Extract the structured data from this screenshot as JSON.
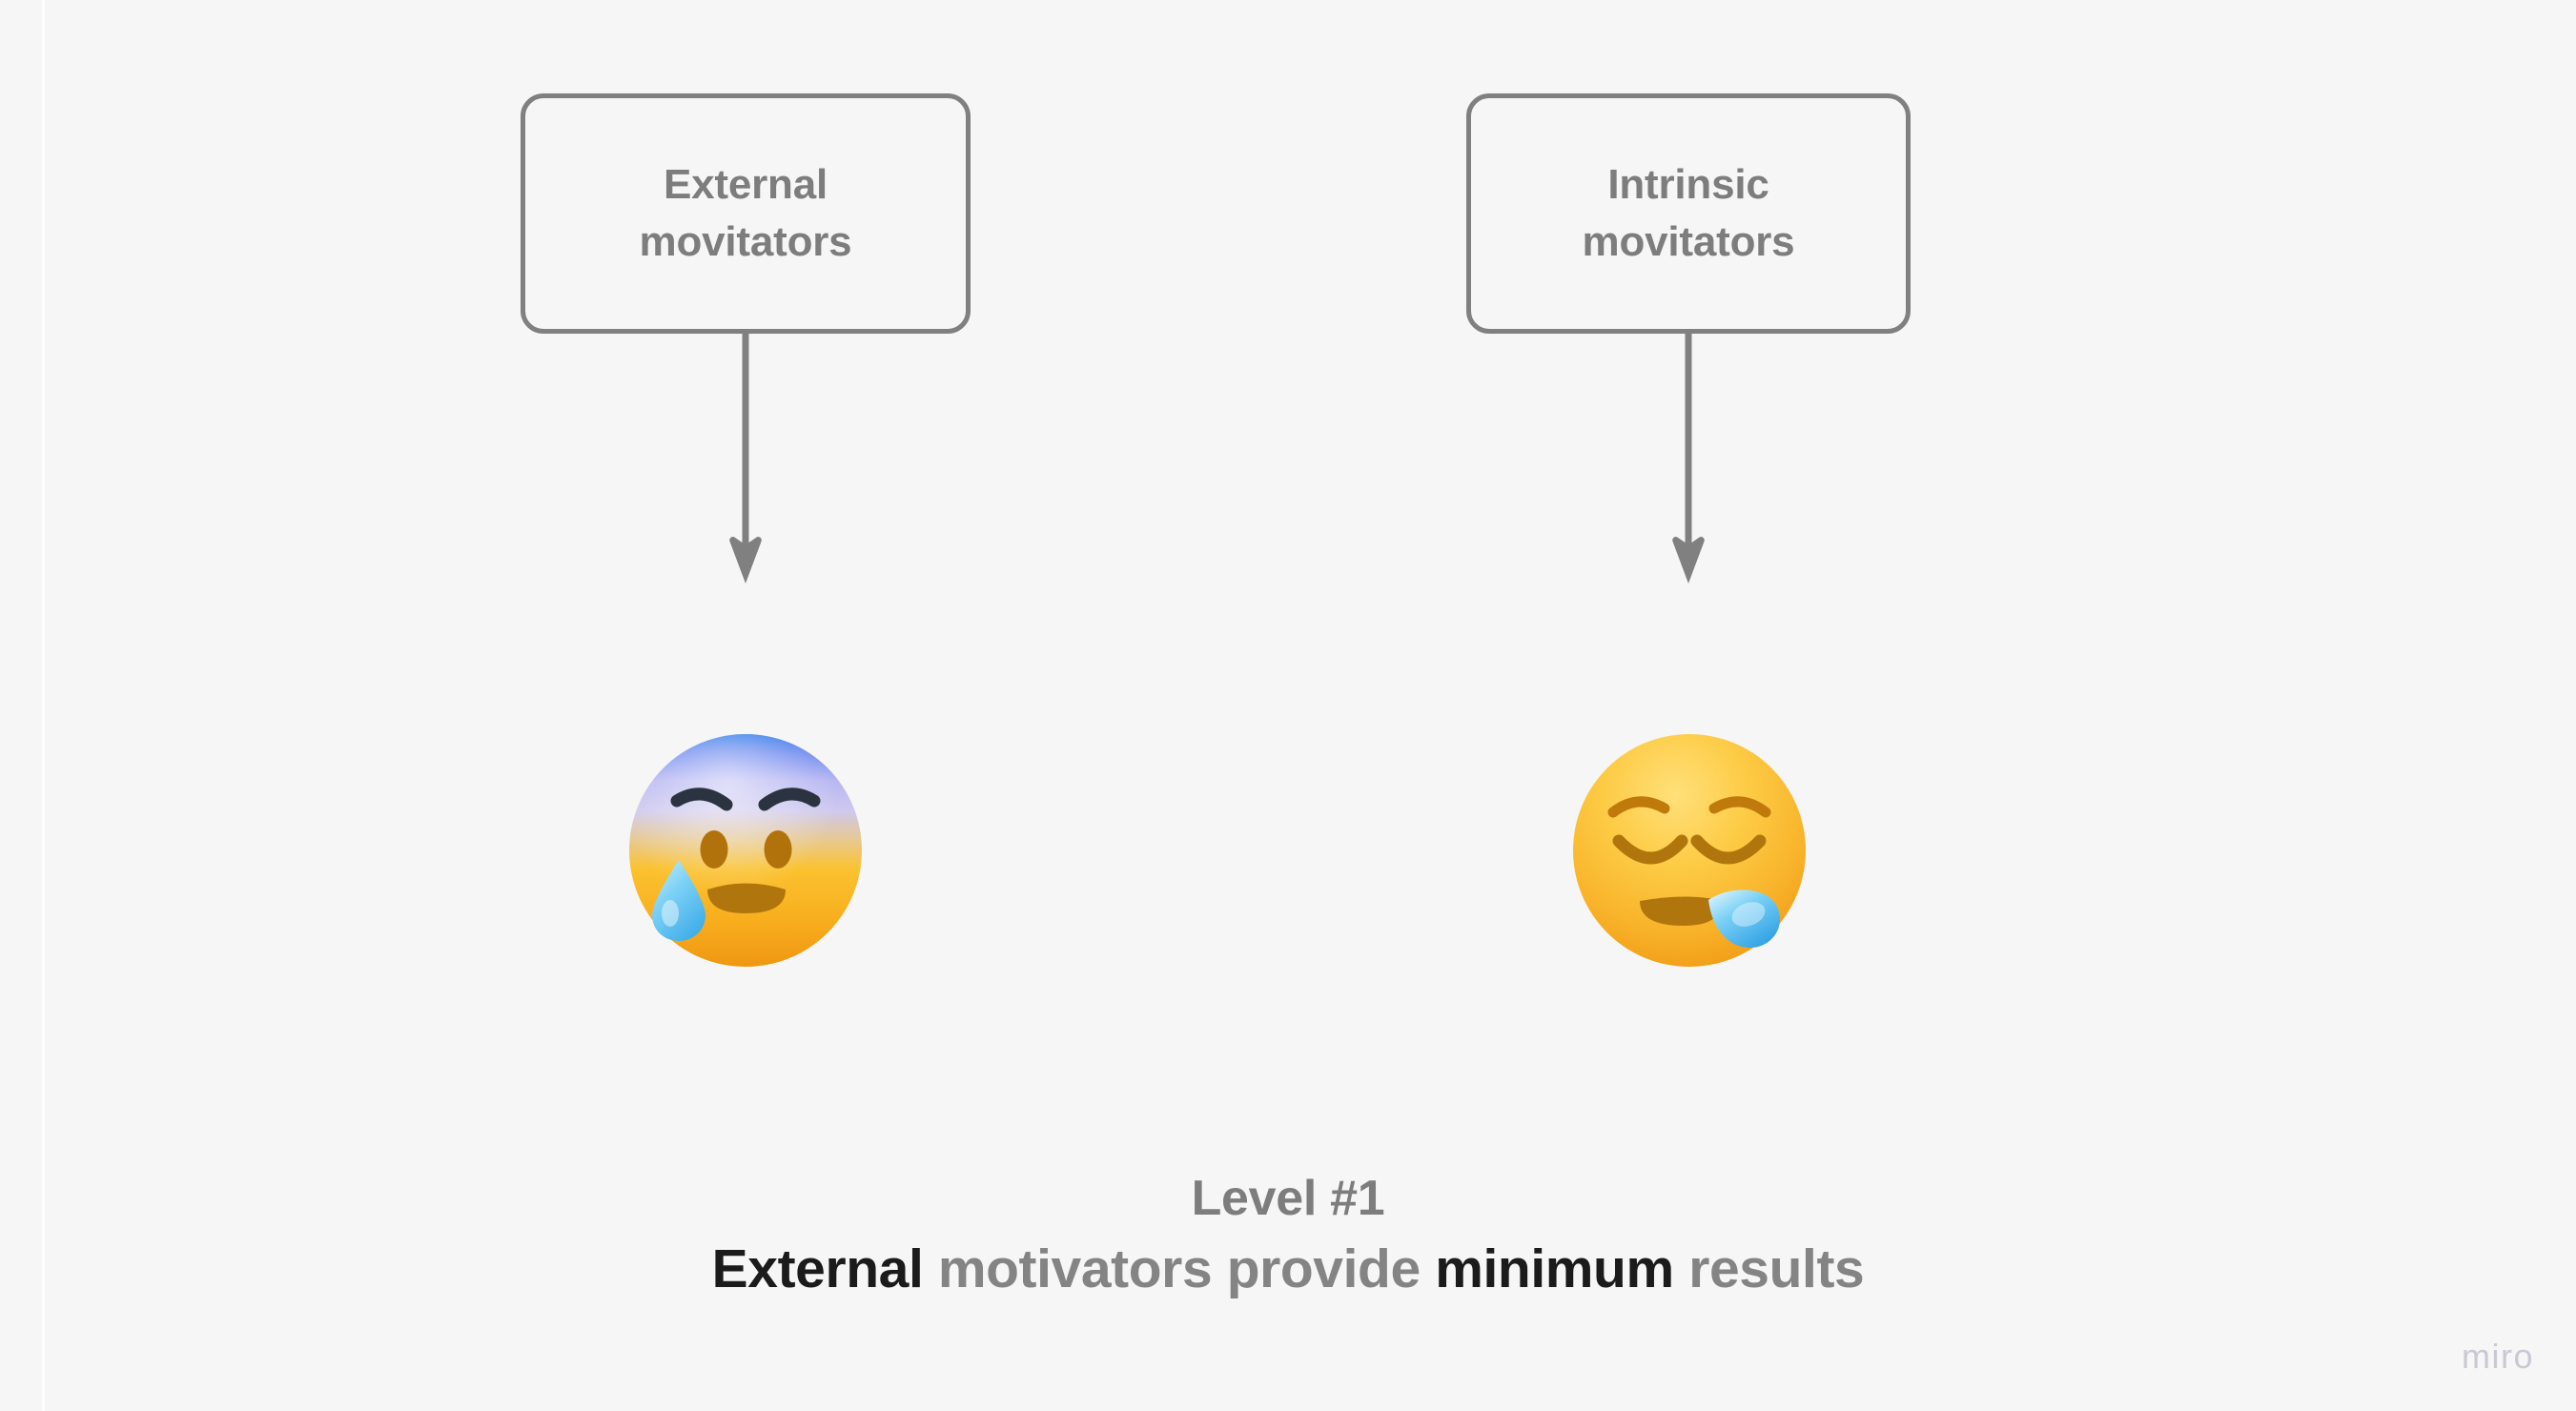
{
  "board": {
    "background_color": "#f6f6f6",
    "watermark": "miro",
    "watermark_color": "#c9c9d4"
  },
  "nodes": [
    {
      "id": "external",
      "label": "External\nmovitators",
      "line1": "External",
      "line2": "movitators",
      "border_color": "#808080",
      "text_color": "#7d7d7d"
    },
    {
      "id": "intrinsic",
      "label": "Intrinsic\nmovitators",
      "line1": "Intrinsic",
      "line2": "movitators",
      "border_color": "#808080",
      "text_color": "#7d7d7d"
    }
  ],
  "connectors": [
    {
      "id": "external-to-anxious",
      "from": "external",
      "to": "anxious-face",
      "direction": "down",
      "color": "#808080"
    },
    {
      "id": "intrinsic-to-sleepy",
      "from": "intrinsic",
      "to": "sleepy-face",
      "direction": "down",
      "color": "#808080"
    }
  ],
  "emojis": [
    {
      "id": "anxious-face",
      "name": "anxious-face-with-sweat",
      "glyph": "😰",
      "description": "Anxious face with sweat",
      "face_top_color": "#2f7dea",
      "face_mid_color": "#b9b8f0",
      "face_bottom_color": "#f7a928",
      "drop_color": "#62c3f2"
    },
    {
      "id": "sleepy-face",
      "name": "sleepy-face",
      "glyph": "😪",
      "description": "Sleepy face with drop",
      "face_top_color": "#fcd856",
      "face_bottom_color": "#f09c17",
      "drop_color": "#4fb9ef"
    }
  ],
  "caption": {
    "level": "Level #1",
    "level_color": "#7d7d7d",
    "segments": [
      {
        "text": "External",
        "emphasis": "strong"
      },
      {
        "text": " ",
        "emphasis": "muted"
      },
      {
        "text": "motivators",
        "emphasis": "muted"
      },
      {
        "text": " ",
        "emphasis": "muted"
      },
      {
        "text": "provide",
        "emphasis": "muted"
      },
      {
        "text": " ",
        "emphasis": "muted"
      },
      {
        "text": "minimum",
        "emphasis": "strong"
      },
      {
        "text": " ",
        "emphasis": "muted"
      },
      {
        "text": "results",
        "emphasis": "muted"
      }
    ],
    "full_text": "External motivators provide minimum results",
    "strong_color": "#1b1b1b",
    "muted_color": "#848484"
  }
}
